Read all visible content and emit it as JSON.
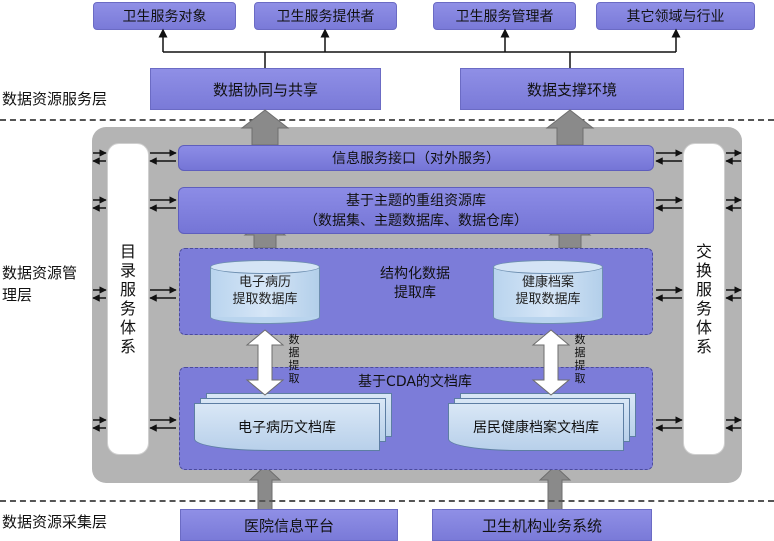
{
  "layers": {
    "service": "数据资源服务层",
    "management": "数据资源管理层",
    "collection": "数据资源采集层"
  },
  "top_targets": [
    "卫生服务对象",
    "卫生服务提供者",
    "卫生服务管理者",
    "其它领域与行业"
  ],
  "service_boxes": {
    "left": "数据协同与共享",
    "right": "数据支撑环境"
  },
  "side_columns": {
    "left": "目录服务体系",
    "right": "交换服务体系"
  },
  "bands": {
    "interface": "信息服务接口（对外服务）",
    "theme_line1": "基于主题的重组资源库",
    "theme_line2": "（数据集、主题数据库、数据仓库）"
  },
  "structured": {
    "title_line1": "结构化数据",
    "title_line2": "提取库",
    "cyl_left_line1": "电子病历",
    "cyl_left_line2": "提取数据库",
    "cyl_right_line1": "健康档案",
    "cyl_right_line2": "提取数据库"
  },
  "extraction_label": "数据提取",
  "cda": {
    "title": "基于CDA的文档库",
    "doc_left": "电子病历文档库",
    "doc_right": "居民健康档案文档库"
  },
  "sources": {
    "left": "医院信息平台",
    "right": "卫生机构业务系统"
  }
}
